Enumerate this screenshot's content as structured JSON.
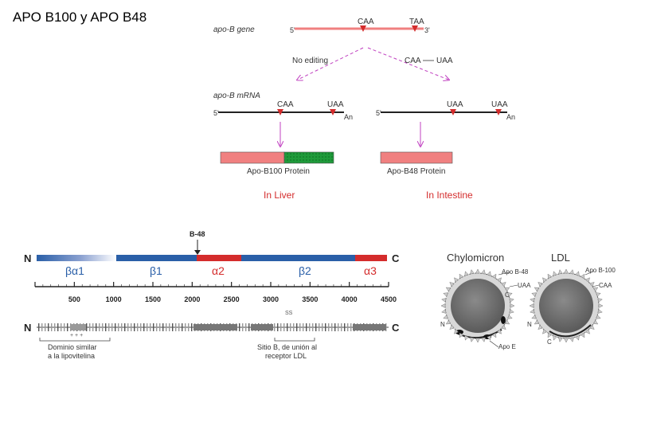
{
  "slide": {
    "title": "APO B100 y APO B48"
  },
  "editing": {
    "gene_label": "apo-B gene",
    "five_prime": "5'",
    "three_prime": "3'",
    "codon_caa": "CAA",
    "codon_taa": "TAA",
    "no_editing": "No editing",
    "editing_change": "CAA",
    "editing_result": "UAA",
    "mrna_label": "apo-B mRNA",
    "left_codon1": "CAA",
    "left_codon2": "UAA",
    "right_codon1": "UAA",
    "right_codon2": "UAA",
    "poly_a": "An",
    "protein_b100": "Apo-B100 Protein",
    "protein_b48": "Apo-B48 Protein",
    "site_liver": "In Liver",
    "site_intestine": "In Intestine"
  },
  "domains": {
    "marker": "B-48",
    "n_term": "N",
    "c_term": "C",
    "segments": [
      "βα1",
      "β1",
      "α2",
      "β2",
      "α3"
    ],
    "ticks": [
      "500",
      "1000",
      "1500",
      "2000",
      "2500",
      "3000",
      "3500",
      "4000",
      "4500"
    ],
    "charge_plus": "+ + +",
    "ss_label": "SS",
    "note_left_1": "Dominio similar",
    "note_left_2": "a la lipovitelina",
    "note_right_1": "Sitio B, de unión al",
    "note_right_2": "receptor LDL"
  },
  "particles": {
    "chylomicron": "Chylomicron",
    "ldl": "LDL",
    "apo_b48": "Apo B-48",
    "uaa": "UAA",
    "c_left": "C",
    "n_left": "N",
    "apo_e": "Apo E",
    "apo_b100": "Apo B-100",
    "caa": "CAA",
    "n_right": "N",
    "c_right": "C"
  },
  "colors": {
    "pink": "#f08080",
    "green": "#1f9a3a",
    "red": "#d42c2c",
    "blue": "#2a5fa8",
    "magenta": "#c040c0"
  }
}
